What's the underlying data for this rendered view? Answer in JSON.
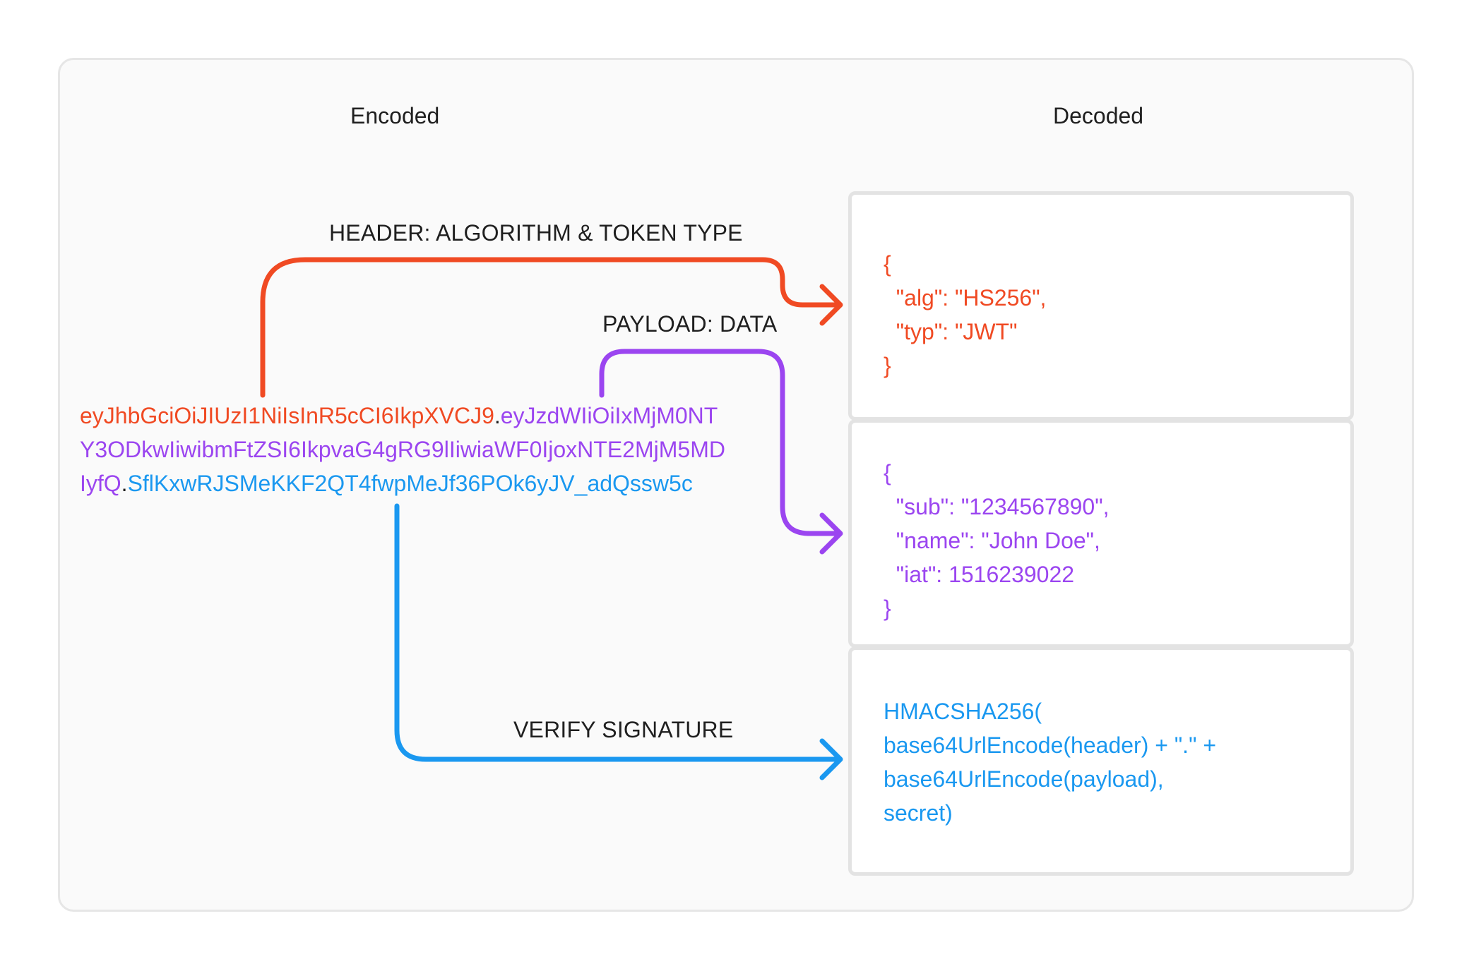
{
  "colors": {
    "header": "#f04a23",
    "payload": "#9b45f0",
    "signature": "#1a98f0"
  },
  "titles": {
    "encoded": "Encoded",
    "decoded": "Decoded"
  },
  "labels": {
    "header": "HEADER: ALGORITHM & TOKEN TYPE",
    "payload": "PAYLOAD: DATA",
    "signature": "VERIFY SIGNATURE"
  },
  "token": {
    "header": "eyJhbGciOiJIUzI1NiIsInR5cCI6IkpXVCJ9",
    "dot1": ".",
    "payload": "eyJzdWIiOiIxMjM0NTY3ODkwIiwibmFtZSI6IkpvaG4gRG9lIiwiaWF0IjoxNTE2MjM5MDIyfQ",
    "dot2": ".",
    "signature": "SflKxwRJSMeKKF2QT4fwpMeJf36POk6yJV_adQssw5c"
  },
  "decoded": {
    "header": "{\n  \"alg\": \"HS256\",\n  \"typ\": \"JWT\"\n}",
    "payload": "{\n  \"sub\": \"1234567890\",\n  \"name\": \"John Doe\",\n  \"iat\": 1516239022\n}",
    "signature": "HMACSHA256(\nbase64UrlEncode(header) + \".\" +\nbase64UrlEncode(payload),\nsecret)"
  }
}
